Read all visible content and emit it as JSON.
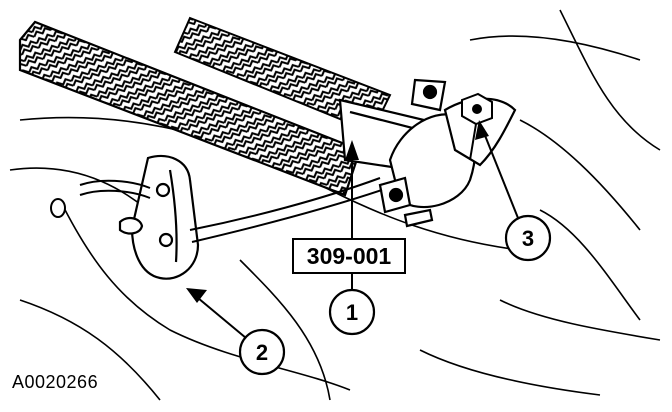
{
  "tool_label": "309-001",
  "callouts": [
    "1",
    "2",
    "3"
  ],
  "figure_id": "A0020266"
}
